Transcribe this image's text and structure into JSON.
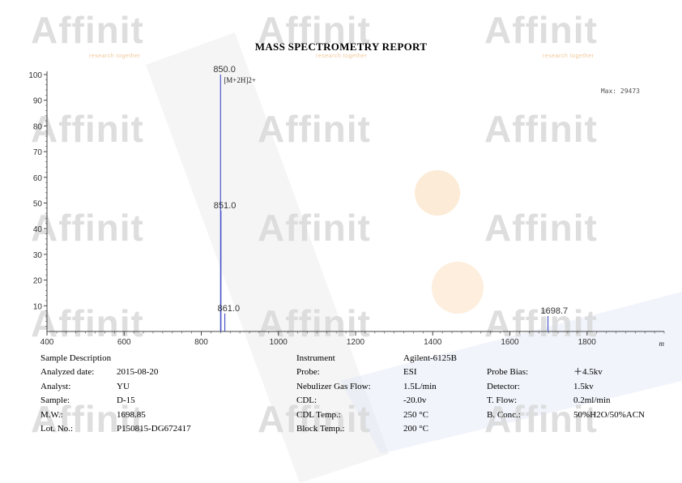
{
  "report": {
    "title": "MASS SPECTROMETRY REPORT",
    "watermark": "Affinit",
    "watermark_sub": "research  together"
  },
  "chart_data": {
    "type": "bar",
    "xlim": [
      400,
      2000
    ],
    "ylim": [
      0,
      100
    ],
    "x_ticks": [
      400,
      600,
      800,
      1000,
      1200,
      1400,
      1600,
      1800
    ],
    "y_ticks": [
      10,
      20,
      30,
      40,
      50,
      60,
      70,
      80,
      90,
      100
    ],
    "x_end_label": "m",
    "max_label": "Max: 29473",
    "peaks": [
      {
        "mz": 850.0,
        "intensity": 100,
        "label": "850.0",
        "annotation": "[M+2H]2+"
      },
      {
        "mz": 851.0,
        "intensity": 47,
        "label": "851.0"
      },
      {
        "mz": 861.0,
        "intensity": 7,
        "label": "861.0"
      },
      {
        "mz": 1698.7,
        "intensity": 6,
        "label": "1698.7"
      }
    ],
    "colors": {
      "peak": "#4a55c8",
      "axis": "#444444"
    }
  },
  "sample": {
    "section_title": "Sample Description",
    "labels": [
      "Analyzed date:",
      "Analyst:",
      "Sample:",
      "M.W.:",
      "Lot. No.:"
    ],
    "values": [
      "2015-08-20",
      "YU",
      "D-15",
      "1698.85",
      "P150815-DG672417"
    ]
  },
  "instrument": {
    "section_title": "Instrument",
    "section_value": "Agilent-6125B",
    "labels": [
      "Probe:",
      "Nebulizer Gas Flow:",
      "CDL:",
      "CDL Temp.:",
      "Block Temp.:"
    ],
    "values": [
      "ESI",
      "1.5L/min",
      "-20.0v",
      "250 °C",
      "200 °C"
    ]
  },
  "probe": {
    "labels": [
      "Probe Bias:",
      "Detector:",
      "T. Flow:",
      "B. Conc.:"
    ],
    "values": [
      "＋4.5kv",
      "1.5kv",
      "0.2ml/min",
      "50%H2O/50%ACN"
    ]
  }
}
